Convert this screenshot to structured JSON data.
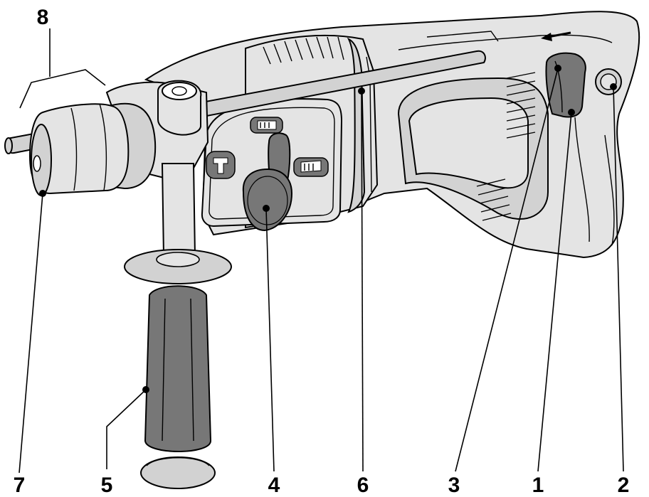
{
  "figure": {
    "callouts": [
      {
        "id": "1",
        "label": "1"
      },
      {
        "id": "2",
        "label": "2"
      },
      {
        "id": "3",
        "label": "3"
      },
      {
        "id": "4",
        "label": "4"
      },
      {
        "id": "5",
        "label": "5"
      },
      {
        "id": "6",
        "label": "6"
      },
      {
        "id": "7",
        "label": "7"
      },
      {
        "id": "8",
        "label": "8"
      }
    ],
    "icons": [
      "hammer-mode-icon",
      "drill-mode-icon",
      "rotary-hammer-mode-icon",
      "direction-arrow-icon"
    ]
  }
}
